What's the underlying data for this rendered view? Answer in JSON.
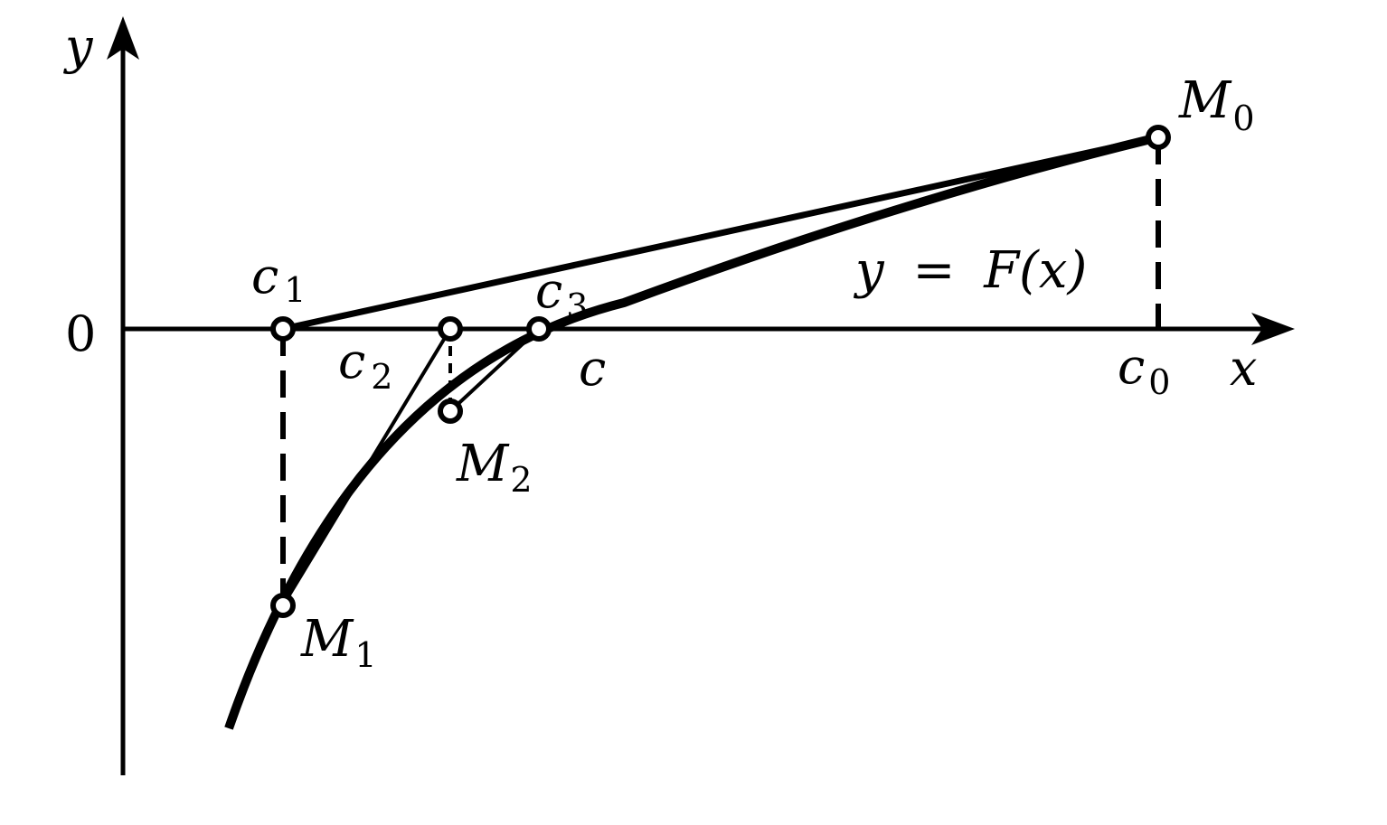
{
  "labels": {
    "y_axis": "y",
    "x_axis": "x",
    "origin": "0",
    "function": {
      "lhs": "y",
      "eq": "=",
      "rhs": "F(x)"
    },
    "c1": {
      "base": "c",
      "sub": "1"
    },
    "c2": {
      "base": "c",
      "sub": "2"
    },
    "c3": {
      "base": "c",
      "sub": "3"
    },
    "c0": {
      "base": "c",
      "sub": "0"
    },
    "root": "c",
    "M0": {
      "base": "M",
      "sub": "0"
    },
    "M1": {
      "base": "M",
      "sub": "1"
    },
    "M2": {
      "base": "M",
      "sub": "2"
    }
  },
  "colors": {
    "ink": "#000000",
    "paper": "#ffffff"
  }
}
